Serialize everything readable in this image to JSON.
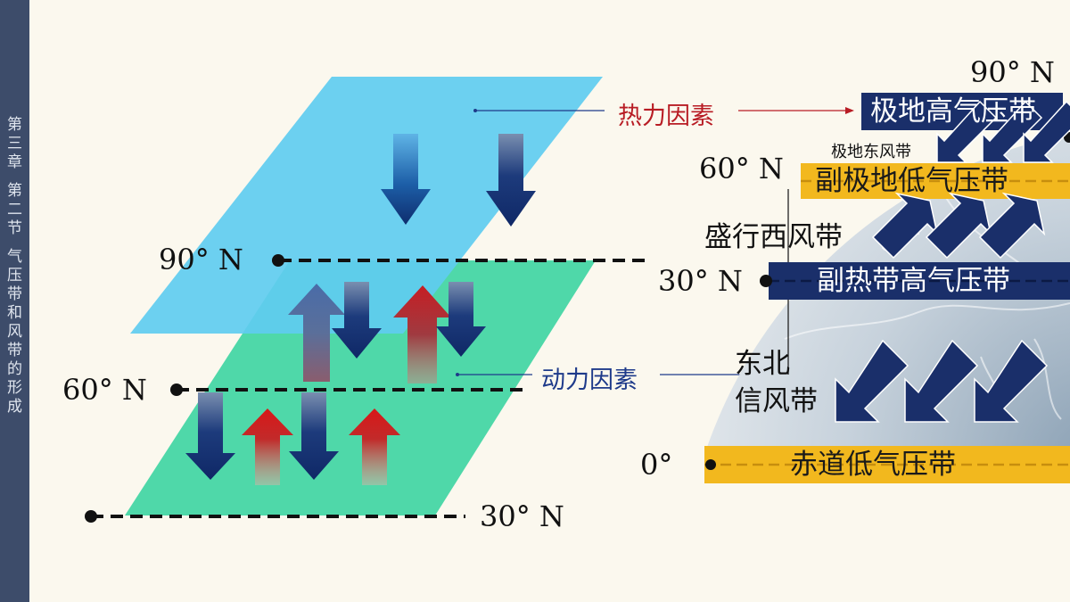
{
  "sidebar": {
    "chapter": "第三章",
    "section": "第二节",
    "topic": "气压带和风带的形成"
  },
  "labels": {
    "thermal": "热力因素",
    "dynamic": "动力因素",
    "left_lat_90": "90° N",
    "left_lat_60": "60° N",
    "left_lat_30": "30° N",
    "right_lat_90": "90° N",
    "right_lat_60": "60° N",
    "right_lat_30": "30° N",
    "right_lat_0": "0°"
  },
  "belts": {
    "polar_high": "极地高气压带",
    "subpolar_low": "副极地低气压带",
    "subtropical_high": "副热带高气压带",
    "equatorial_low": "赤道低气压带"
  },
  "winds": {
    "polar_easterlies": "极地东风带",
    "westerlies": "盛行西风带",
    "trades_line1": "东北",
    "trades_line2": "信风带"
  },
  "colors": {
    "sidebar": "#3d4c6a",
    "blue_plane": "#5fccf0",
    "green_plane": "#46d6a4",
    "navy_belt": "#1a2f6a",
    "gold_belt": "#f2b81e",
    "thermal_red": "#b81c24",
    "dynamic_blue": "#1e3a8a"
  }
}
